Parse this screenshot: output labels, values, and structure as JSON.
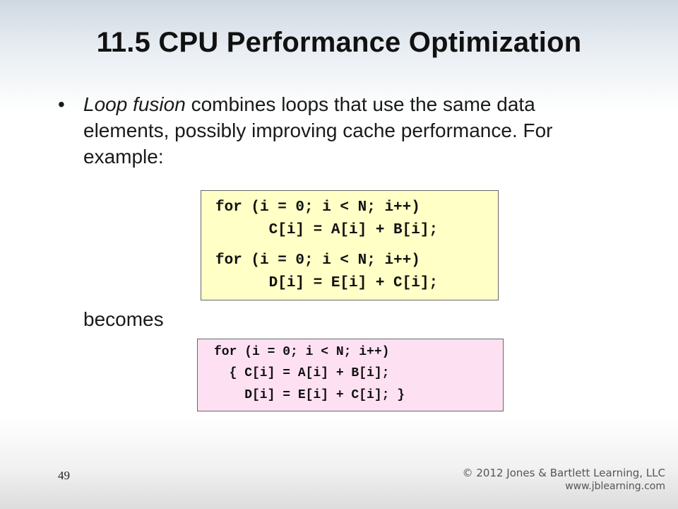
{
  "slide": {
    "title": "11.5 CPU Performance Optimization",
    "bullet": {
      "symbol": "•",
      "term": "Loop fusion",
      "text": " combines loops that use the same data elements, possibly improving cache performance.  For example:"
    },
    "code_before": [
      "for (i = 0; i < N; i++)",
      "      C[i] = A[i] + B[i];",
      "for (i = 0; i < N; i++)",
      "      D[i] = E[i] + C[i];"
    ],
    "becomes_label": "becomes",
    "code_after": [
      "for (i = 0; i < N; i++)",
      "  { C[i] = A[i] + B[i];",
      "    D[i] = E[i] + C[i]; }"
    ],
    "slide_number": "49",
    "copyright": "© 2012 Jones & Bartlett Learning, LLC",
    "website": "www.jblearning.com"
  },
  "colors": {
    "code_before_bg": "#ffffc6",
    "code_after_bg": "#fde1f2"
  }
}
